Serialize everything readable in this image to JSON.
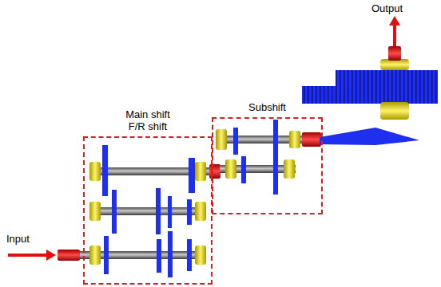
{
  "diagram": {
    "nodes": [
      {
        "text": [
          "Main shift F/R shift"
        ]
      },
      {
        "text": [
          "Subshift"
        ]
      }
    ],
    "labels": [
      "Input",
      "Output"
    ]
  }
}
